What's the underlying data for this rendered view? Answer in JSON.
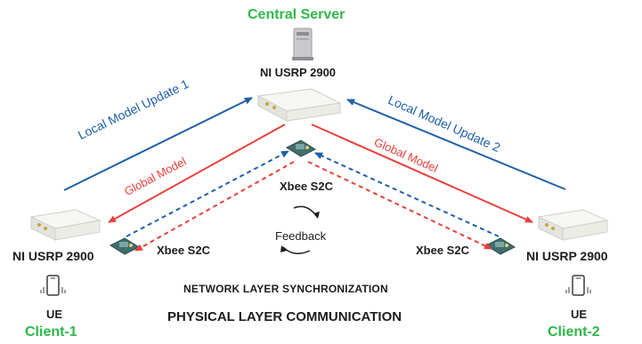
{
  "title": "Central Server",
  "server": {
    "device_label": "NI USRP 2900"
  },
  "client1": {
    "device_label": "NI USRP 2900",
    "xbee_label": "Xbee S2C",
    "ue_label": "UE",
    "name": "Client-1"
  },
  "client2": {
    "device_label": "NI USRP 2900",
    "xbee_label": "Xbee S2C",
    "ue_label": "UE",
    "name": "Client-2"
  },
  "center": {
    "xbee_label": "Xbee S2C",
    "feedback_label": "Feedback"
  },
  "arrows": {
    "local_update_1": "Local Model Update 1",
    "local_update_2": "Local Model Update 2",
    "global_left": "Global Model",
    "global_right": "Global Model"
  },
  "layers": {
    "network": "NETWORK LAYER SYNCHRONIZATION",
    "physical": "PHYSICAL LAYER COMMUNICATION"
  },
  "colors": {
    "blue": "#1f5fa8",
    "red": "#e8403c",
    "green": "#2fb84a",
    "text": "#1d1d1d"
  }
}
